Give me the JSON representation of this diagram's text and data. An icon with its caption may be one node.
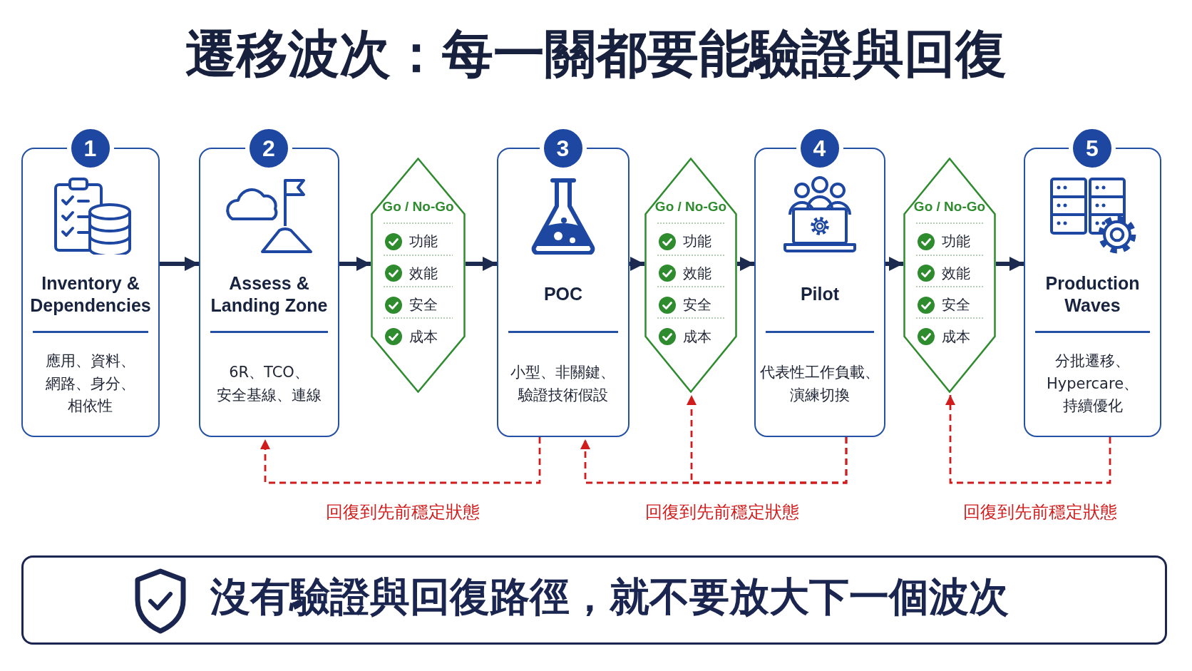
{
  "diagram": {
    "title": "遷移波次：每一關都要能驗證與回復",
    "nodes": [
      {
        "text": [
          "1",
          "Inventory & Dependencies",
          "應用、資料、網路、身分、相依性"
        ]
      },
      {
        "text": [
          "2",
          "Assess & Landing Zone",
          "6R、TCO、安全基線、連線"
        ]
      },
      {
        "text": [
          "Go / No-Go",
          "功能",
          "效能",
          "安全",
          "成本"
        ]
      },
      {
        "text": [
          "3",
          "POC",
          "小型、非關鍵、驗證技術假設"
        ]
      },
      {
        "text": [
          "Go / No-Go",
          "功能",
          "效能",
          "安全",
          "成本"
        ]
      },
      {
        "text": [
          "4",
          "Pilot",
          "代表性工作負載、演練切換"
        ]
      },
      {
        "text": [
          "Go / No-Go",
          "功能",
          "效能",
          "安全",
          "成本"
        ]
      },
      {
        "text": [
          "5",
          "Production Waves",
          "分批遷移、Hypercare、持續優化"
        ]
      },
      {
        "text": [
          "沒有驗證與回復路徑，就不要放大下一個波次"
        ]
      }
    ],
    "edges": [
      {
        "from": 0,
        "to": 1,
        "arrow": "to"
      },
      {
        "from": 1,
        "to": 2,
        "arrow": "to"
      },
      {
        "from": 2,
        "to": 3,
        "arrow": "to"
      },
      {
        "from": 3,
        "to": 4,
        "arrow": "to"
      },
      {
        "from": 4,
        "to": 5,
        "arrow": "to"
      },
      {
        "from": 5,
        "to": 6,
        "arrow": "to"
      },
      {
        "from": 6,
        "to": 7,
        "arrow": "to"
      },
      {
        "from": 3,
        "to": 1,
        "arrow": "to",
        "label": "回復到先前穩定狀態",
        "style": "dashed",
        "color": "#d01c1c"
      },
      {
        "from": 5,
        "to": 3,
        "arrow": "to",
        "label": "回復到先前穩定狀態",
        "style": "dashed",
        "color": "#d01c1c"
      },
      {
        "from": 5,
        "to": 4,
        "arrow": "to",
        "style": "dashed",
        "color": "#d01c1c"
      },
      {
        "from": 7,
        "to": 6,
        "arrow": "to",
        "label": "回復到先前穩定狀態",
        "style": "dashed",
        "color": "#d01c1c"
      }
    ]
  }
}
